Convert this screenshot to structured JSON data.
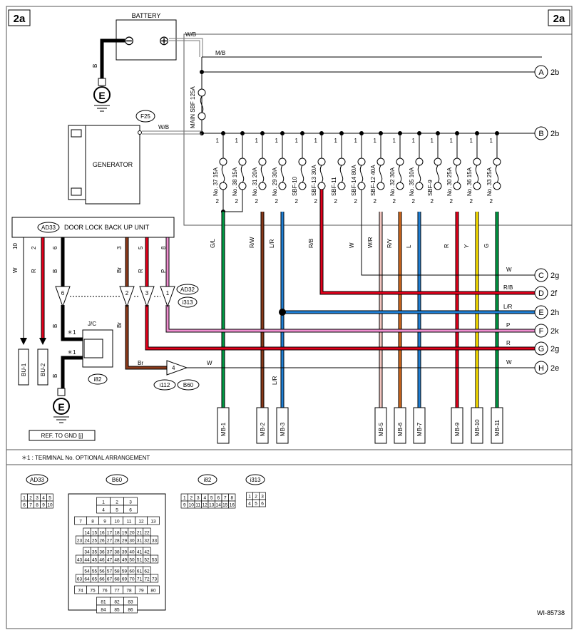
{
  "page_label": "2a",
  "figure_id": "WI-85738",
  "battery": {
    "label": "BATTERY",
    "neg": "⊖",
    "pos": "⊕"
  },
  "ground_symbol": "E",
  "generator": {
    "label": "GENERATOR",
    "connector": "F25"
  },
  "main_fuse": "MAIN SBF 125A",
  "top_wires": {
    "battery_out": "W/B",
    "generator_out": "W/B",
    "main": "M/B",
    "wire_b": "B"
  },
  "refs": [
    {
      "letter": "A",
      "target": "2b"
    },
    {
      "letter": "B",
      "target": "2b"
    },
    {
      "letter": "C",
      "target": "2g"
    },
    {
      "letter": "D",
      "target": "2f"
    },
    {
      "letter": "E",
      "target": "2h"
    },
    {
      "letter": "F",
      "target": "2k"
    },
    {
      "letter": "G",
      "target": "2g"
    },
    {
      "letter": "H",
      "target": "2e"
    }
  ],
  "fuses": [
    {
      "label": "No. 37  15A",
      "pin_in": "1",
      "pin_out": "2"
    },
    {
      "label": "No. 38  15A",
      "pin_in": "1",
      "pin_out": "2"
    },
    {
      "label": "No. 31  20A",
      "pin_in": "1",
      "pin_out": "2"
    },
    {
      "label": "No. 29  30A",
      "pin_in": "1",
      "pin_out": "2"
    },
    {
      "label": "SBF-10",
      "pin_in": "1",
      "pin_out": "2"
    },
    {
      "label": "SBF-13  30A",
      "pin_in": "1",
      "pin_out": "2"
    },
    {
      "label": "SBF-11",
      "pin_in": "1",
      "pin_out": "2"
    },
    {
      "label": "SBF-14  80A",
      "pin_in": "1",
      "pin_out": "2"
    },
    {
      "label": "SBF-12  40A",
      "pin_in": "1",
      "pin_out": "2"
    },
    {
      "label": "No. 32  30A",
      "pin_in": "1",
      "pin_out": "2"
    },
    {
      "label": "No. 35  10A",
      "pin_in": "1",
      "pin_out": "2"
    },
    {
      "label": "SBF-9",
      "pin_in": "1",
      "pin_out": "2"
    },
    {
      "label": "No. 30  25A",
      "pin_in": "1",
      "pin_out": "2"
    },
    {
      "label": "No. 36  15A",
      "pin_in": "1",
      "pin_out": "2"
    },
    {
      "label": "No. 33  25A",
      "pin_in": "1",
      "pin_out": "2"
    }
  ],
  "wire_colors": [
    "G/L",
    "R/W",
    "L/R",
    "R/B",
    "W",
    "W/R",
    "R/Y",
    "L",
    "R",
    "Y",
    "G"
  ],
  "bus_labels": {
    "C": "W",
    "D": "R/B",
    "E": "L/R",
    "F": "P",
    "G": "R",
    "H": "W"
  },
  "mb": [
    "MB-1",
    "MB-2",
    "MB-3",
    "MB-5",
    "MB-6",
    "MB-7",
    "MB-9",
    "MB-10",
    "MB-11"
  ],
  "mb_wire_note": "L/R",
  "dlbu": {
    "connector": "AD33",
    "title": "DOOR LOCK BACK UP UNIT",
    "pins": [
      "10",
      "2",
      "6",
      "3",
      "5",
      "8"
    ],
    "wires": [
      "W",
      "R",
      "B",
      "Br",
      "R",
      "P"
    ]
  },
  "ad32": {
    "label": "AD32",
    "sub": "i313",
    "pins": [
      "6",
      "2",
      "3",
      "1"
    ]
  },
  "bu": [
    "BU-1",
    "BU-2"
  ],
  "jc": {
    "label": "J/C",
    "connector": "i82",
    "star1": "＊1",
    "star2": "＊1",
    "wire_top": "B",
    "wire_bot": "B"
  },
  "i112": {
    "label": "i112",
    "conn": "B60",
    "pin": "4",
    "wire_in": "Br",
    "wire_out": "W"
  },
  "ref_gnd": "REF. TO GND [j]",
  "footnote": "＊1   : TERMINAL No. OPTIONAL ARRANGEMENT",
  "connectors": {
    "AD33": {
      "rows": [
        [
          "1",
          "2",
          "3",
          "4",
          "5"
        ],
        [
          "6",
          "7",
          "8",
          "9",
          "10"
        ]
      ]
    },
    "i82": {
      "rows": [
        [
          "1",
          "2",
          "3",
          "4",
          "5",
          "6",
          "7",
          "8"
        ],
        [
          "9",
          "10",
          "11",
          "12",
          "13",
          "14",
          "15",
          "16"
        ]
      ]
    },
    "i313": {
      "rows": [
        [
          "1",
          "2",
          "3"
        ],
        [
          "4",
          "5",
          "6"
        ]
      ]
    },
    "B60": {
      "rows": [
        [
          "1",
          "2",
          "3"
        ],
        [
          "4",
          "5",
          "6"
        ],
        [
          "7",
          "8",
          "9",
          "10",
          "11",
          "12",
          "13"
        ],
        [
          "14",
          "15",
          "16",
          "17",
          "18",
          "19",
          "20",
          "21",
          "22"
        ],
        [
          "23",
          "24",
          "25",
          "26",
          "27",
          "28",
          "29",
          "30",
          "31",
          "32",
          "33"
        ],
        [
          "34",
          "35",
          "36",
          "37",
          "38",
          "39",
          "40",
          "41",
          "42"
        ],
        [
          "43",
          "44",
          "45",
          "46",
          "47",
          "48",
          "49",
          "50",
          "51",
          "52",
          "53"
        ],
        [
          "54",
          "55",
          "56",
          "57",
          "58",
          "59",
          "60",
          "61",
          "62"
        ],
        [
          "63",
          "64",
          "65",
          "66",
          "67",
          "68",
          "69",
          "70",
          "71",
          "72",
          "73"
        ],
        [
          "74",
          "75",
          "76",
          "77",
          "78",
          "79",
          "80"
        ],
        [
          "81",
          "82",
          "83"
        ],
        [
          "84",
          "85",
          "86"
        ]
      ]
    }
  },
  "colors": {
    "green": "#009a44",
    "brown": "#8b3a1a",
    "blue": "#1e7fd6",
    "red": "#e3001b",
    "pink": "#ef8fd0",
    "yellow": "#ffe400",
    "black": "#000000"
  }
}
